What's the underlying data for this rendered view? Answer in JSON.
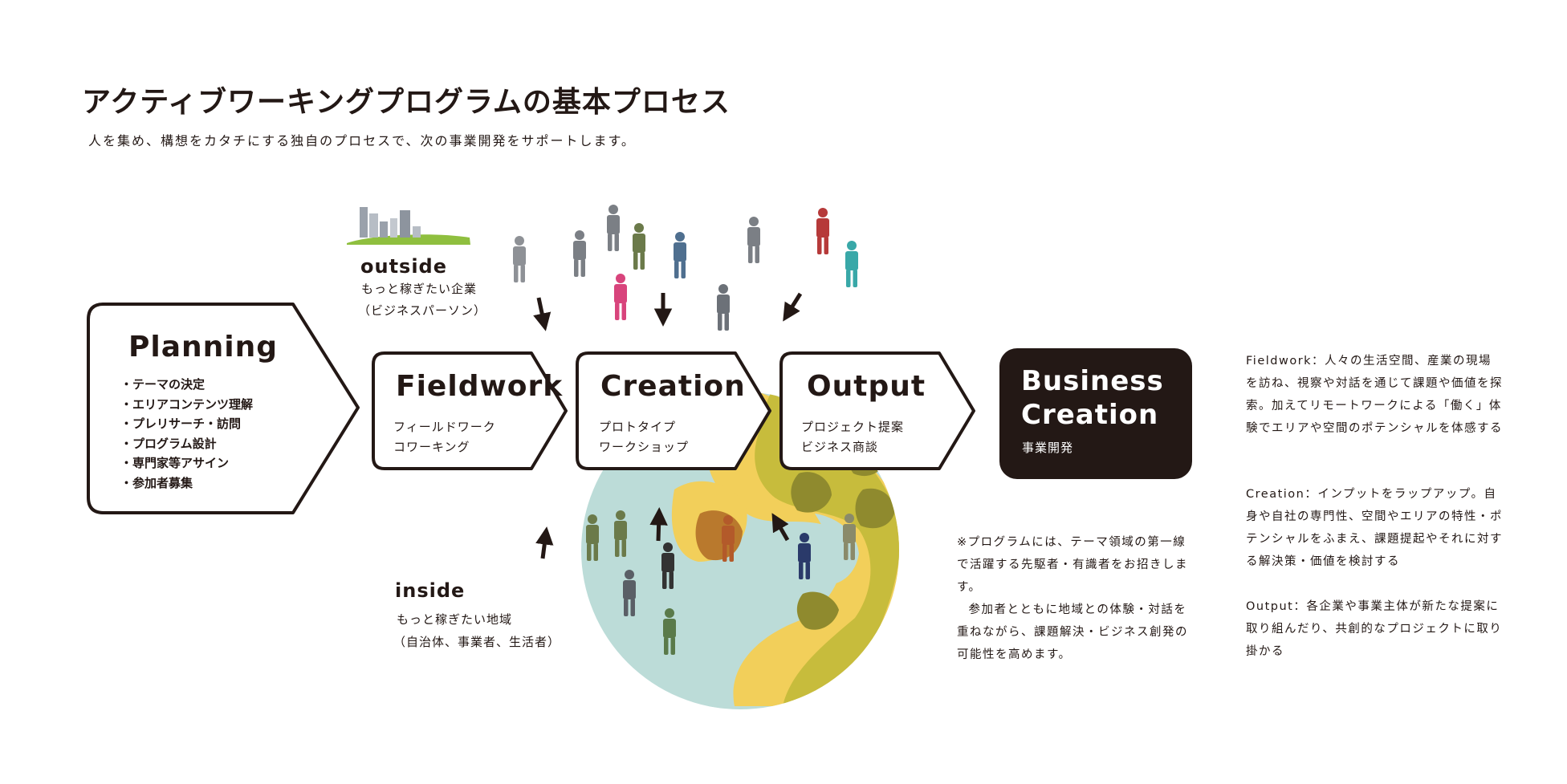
{
  "header": {
    "title": "アクティブワーキングプログラムの基本プロセス",
    "subtitle": "人を集め、構想をカタチにする独自のプロセスで、次の事業開発をサポートします。"
  },
  "stages": {
    "planning": {
      "title": "Planning",
      "items": [
        "テーマの決定",
        "エリアコンテンツ理解",
        "プレリサーチ・訪問",
        "プログラム設計",
        "専門家等アサイン",
        "参加者募集"
      ]
    },
    "fieldwork": {
      "title": "Fieldwork",
      "sub1": "フィールドワーク",
      "sub2": "コワーキング"
    },
    "creation": {
      "title": "Creation",
      "sub1": "プロトタイプ",
      "sub2": "ワークショップ"
    },
    "output": {
      "title": "Output",
      "sub1": "プロジェクト提案",
      "sub2": "ビジネス商談"
    },
    "business_creation": {
      "title": "Business\nCreation",
      "sub": "事業開発"
    }
  },
  "sources": {
    "outside": {
      "heading": "outside",
      "line1": "もっと稼ぎたい企業",
      "line2": "（ビジネスパーソン）"
    },
    "inside": {
      "heading": "inside",
      "line1": "もっと稼ぎたい地域",
      "line2": "（自治体、事業者、生活者）"
    }
  },
  "note": {
    "p1": "※プログラムには、テーマ領域の第一線で活躍する先駆者・有識者をお招きします。",
    "p2": "参加者とともに地域との体験・対話を重ねながら、課題解決・ビジネス創発の可能性を高めます。"
  },
  "descriptions": {
    "fieldwork": "Fieldwork：人々の生活空間、産業の現場を訪ね、視察や対話を通じて課題や価値を探索。加えてリモートワークによる「働く」体験でエリアや空間のポテンシャルを体感する",
    "creation": "Creation：インプットをラップアップ。自身や自社の専門性、空間やエリアの特性・ポテンシャルをふまえ、課題提起やそれに対する解決策・価値を検討する",
    "output": "Output：各企業や事業主体が新たな提案に取り組んだり、共創的なプロジェクトに取り掛かる"
  },
  "colors": {
    "ink": "#231815",
    "globe_water": "#bcdcd8",
    "globe_sand": "#f2cf5a",
    "globe_land": "#c7bc3c",
    "globe_forest": "#8f8a2e",
    "city_green": "#8fbf3f"
  }
}
